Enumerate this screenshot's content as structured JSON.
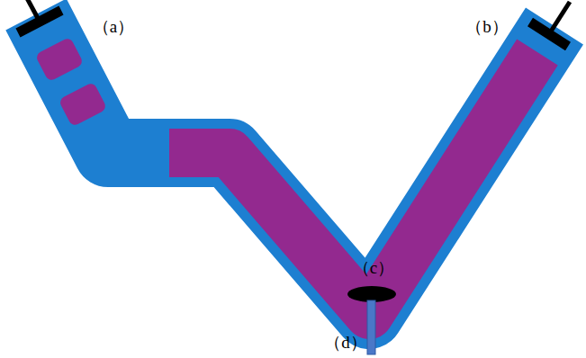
{
  "diagram": {
    "labels": [
      "（a）",
      "（b）",
      "（c）",
      "（d）"
    ]
  }
}
